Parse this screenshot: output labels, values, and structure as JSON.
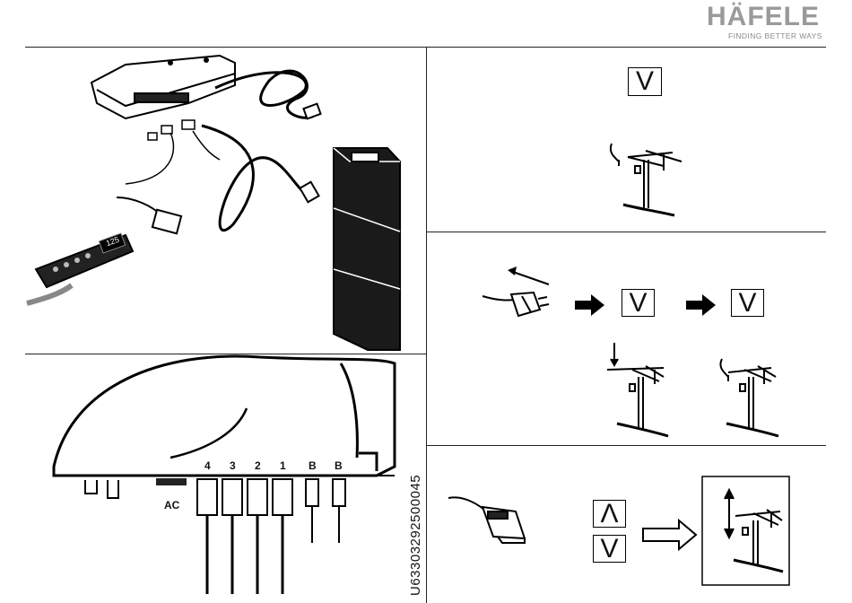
{
  "brand": {
    "name": "HÄFELE",
    "tagline": "FINDING BETTER WAYS"
  },
  "document_code": "U63303292500045",
  "control_box_ports": {
    "ac_label": "AC",
    "motor_ports": [
      "4",
      "3",
      "2",
      "1"
    ],
    "bus_ports": [
      "B",
      "B"
    ]
  },
  "display": {
    "readout": "125"
  },
  "step1": {
    "button": "V"
  },
  "step2": {
    "button_first": "V",
    "button_second": "V"
  },
  "step3": {
    "button_up": "Λ",
    "button_down": "V"
  },
  "icons": [
    "hafele-logo",
    "power-plug-icon",
    "arrow-right-icon",
    "desk-frame-icon",
    "handset-icon",
    "up-down-arrow-icon"
  ]
}
